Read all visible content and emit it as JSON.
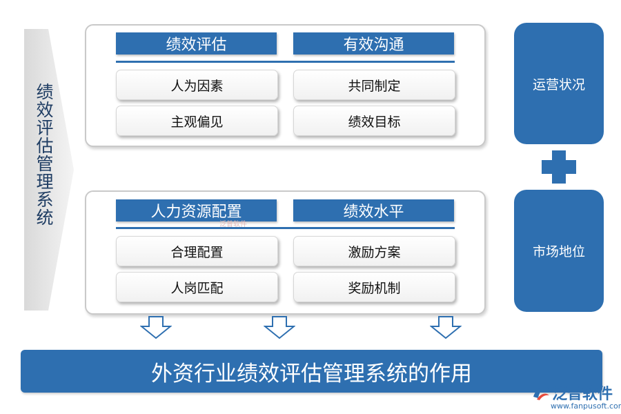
{
  "side_title": "绩效评估管理系统",
  "top_panel": {
    "headers": [
      "绩效评估",
      "有效沟通"
    ],
    "cells": [
      "人为因素",
      "共同制定",
      "主观偏见",
      "绩效目标"
    ]
  },
  "bottom_panel": {
    "headers": [
      "人力资源配置",
      "绩效水平"
    ],
    "cells": [
      "合理配置",
      "激励方案",
      "人岗匹配",
      "奖励机制"
    ]
  },
  "right_boxes": [
    "运营状况",
    "市场地位"
  ],
  "bottom_bar": "外资行业绩效评估管理系统的作用",
  "watermark": "泛普软件",
  "logo": {
    "name": "泛普软件",
    "url": "www.fanpusoft.com"
  },
  "colors": {
    "primary_blue": "#2e6fb0",
    "banner_gray": "#e9e9e9"
  }
}
